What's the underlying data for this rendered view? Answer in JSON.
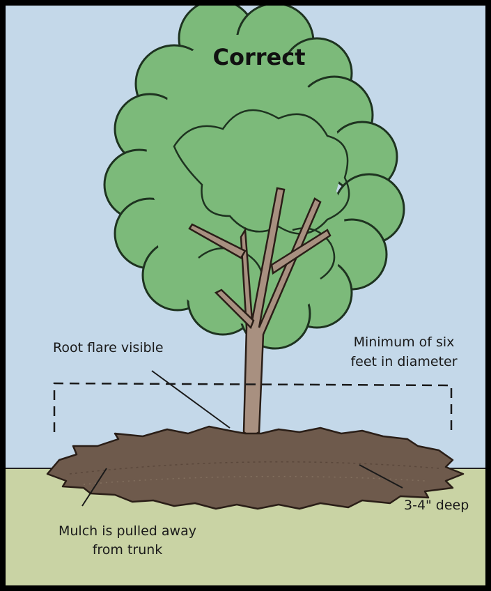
{
  "figure": {
    "title": "Correct",
    "labels": {
      "root_flare": "Root flare visible",
      "diameter_line1": "Minimum of six",
      "diameter_line2": "feet in diameter",
      "depth": "3-4\" deep",
      "mulch_line1": "Mulch is pulled away",
      "mulch_line2": "from trunk"
    },
    "colors": {
      "sky": "#c4d8e9",
      "ground": "#c9d3a4",
      "foliage": "#7cba7a",
      "foliage_outline": "#1e3320",
      "trunk": "#a89080",
      "mulch": "#6e5a4c",
      "frame": "#000000"
    }
  }
}
